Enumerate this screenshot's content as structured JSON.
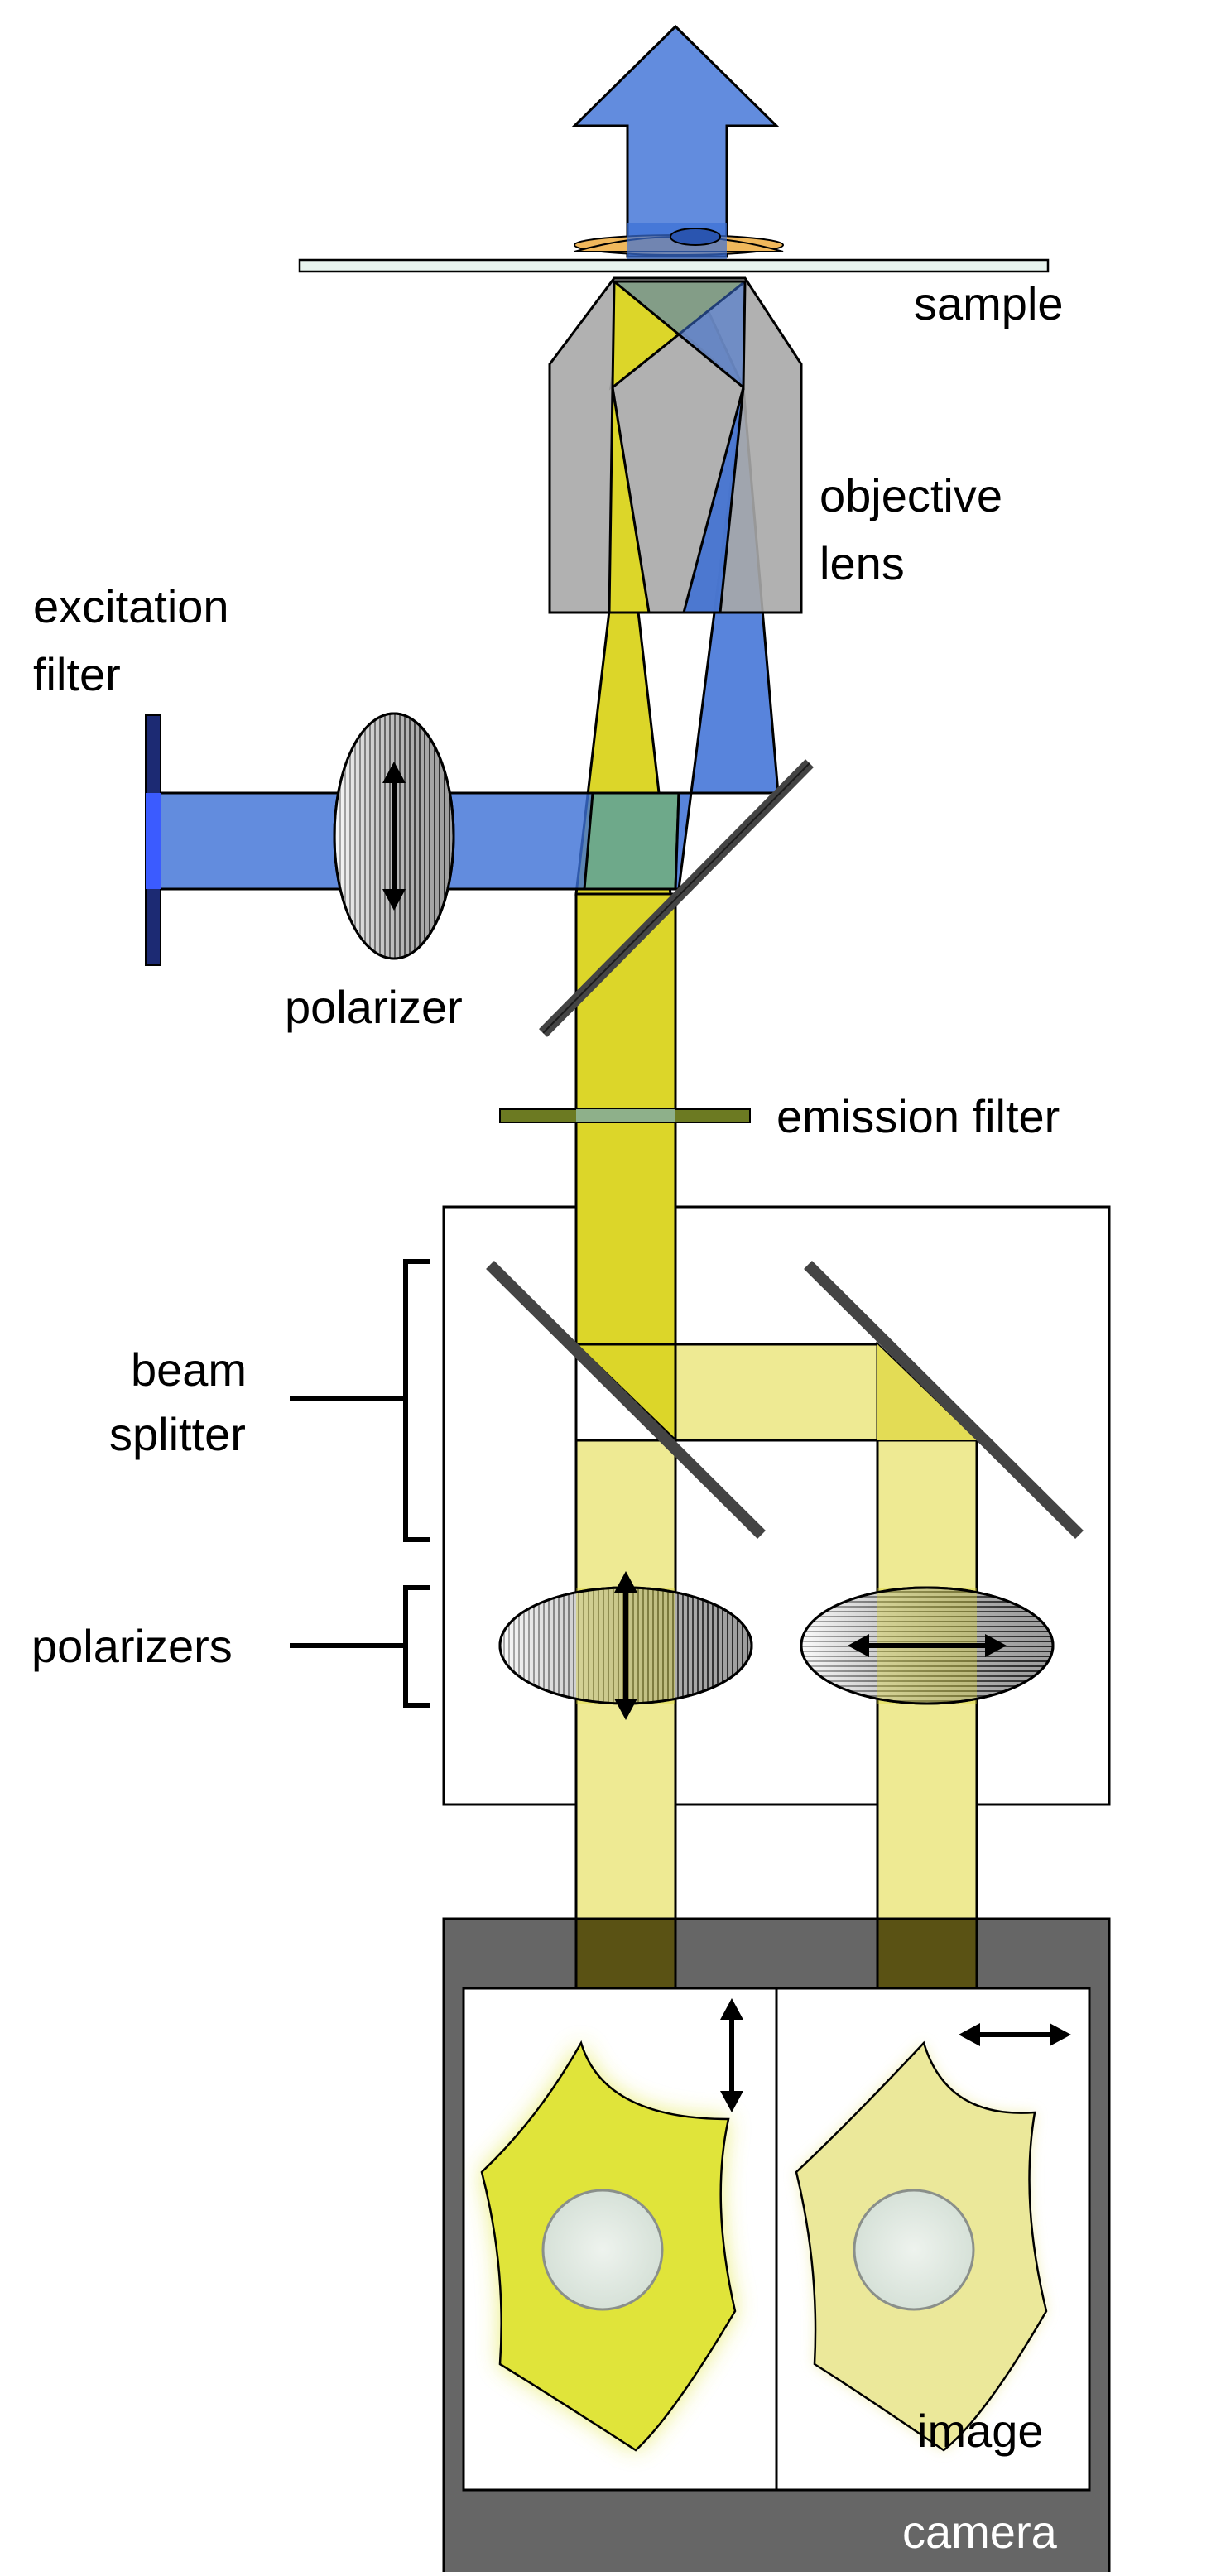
{
  "labels": {
    "sample": "sample",
    "objective_line1": "objective",
    "objective_line2": "lens",
    "excitation_line1": "excitation",
    "excitation_line2": "filter",
    "polarizer": "polarizer",
    "emission_filter": "emission filter",
    "beam_line1": "beam",
    "beam_line2": "splitter",
    "polarizers": "polarizers",
    "image": "image",
    "camera": "camera"
  },
  "colors": {
    "excitation_blue": "#3b6fd6",
    "emission_yellow": "#dcd629",
    "pale_yellow": "#eeea93",
    "objective_gray": "#a9a9a9",
    "camera_gray": "#666666",
    "filter_navy": "#1c2a73",
    "emission_filter_green": "#6c7a22",
    "sensor_olive": "#5a5214",
    "cell_bright": "#e0e43a",
    "cell_dim": "#ebe89a"
  },
  "icons": {
    "vertical_arrow": "double-arrow-vertical-icon",
    "horizontal_arrow": "double-arrow-horizontal-icon"
  }
}
